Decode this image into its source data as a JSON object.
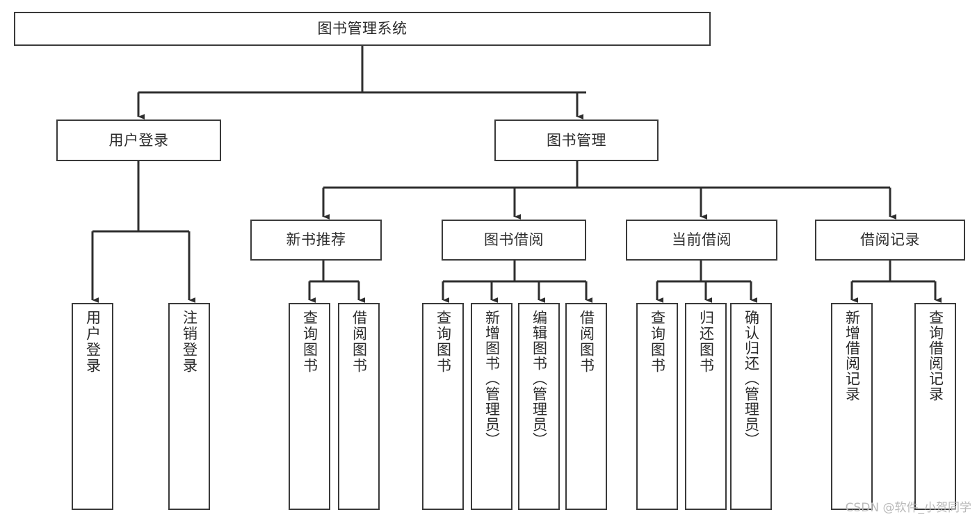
{
  "diagram": {
    "title": "图书管理系统",
    "type": "tree",
    "watermark": "CSDN @软件_小贺同学",
    "colors": {
      "border": "#3a3a3a",
      "text": "#2b2b2b",
      "background": "#ffffff",
      "watermark": "#b9b9b9"
    },
    "nodes": {
      "root": {
        "label": "图书管理系统",
        "level": 1
      },
      "level2": [
        {
          "id": "user-login",
          "label": "用户登录"
        },
        {
          "id": "book-management",
          "label": "图书管理"
        }
      ],
      "level3": [
        {
          "id": "new-book-recommend",
          "label": "新书推荐",
          "parent": "book-management"
        },
        {
          "id": "book-borrow",
          "label": "图书借阅",
          "parent": "book-management"
        },
        {
          "id": "current-borrow",
          "label": "当前借阅",
          "parent": "book-management"
        },
        {
          "id": "borrow-record",
          "label": "借阅记录",
          "parent": "book-management"
        }
      ],
      "leaves": [
        {
          "id": "leaf-user-login",
          "label": "用户登录",
          "parent": "user-login"
        },
        {
          "id": "leaf-logout",
          "label": "注销登录",
          "parent": "user-login"
        },
        {
          "id": "leaf-query-book-1",
          "label": "查询图书",
          "parent": "new-book-recommend"
        },
        {
          "id": "leaf-borrow-book-1",
          "label": "借阅图书",
          "parent": "new-book-recommend"
        },
        {
          "id": "leaf-query-book-2",
          "label": "查询图书",
          "parent": "book-borrow"
        },
        {
          "id": "leaf-add-book",
          "label": "新增图书（管理员）",
          "parent": "book-borrow"
        },
        {
          "id": "leaf-edit-book",
          "label": "编辑图书（管理员）",
          "parent": "book-borrow"
        },
        {
          "id": "leaf-borrow-book-2",
          "label": "借阅图书",
          "parent": "book-borrow"
        },
        {
          "id": "leaf-query-book-3",
          "label": "查询图书",
          "parent": "current-borrow"
        },
        {
          "id": "leaf-return-book",
          "label": "归还图书",
          "parent": "current-borrow"
        },
        {
          "id": "leaf-confirm-return",
          "label": "确认归还（管理员）",
          "parent": "current-borrow"
        },
        {
          "id": "leaf-add-record",
          "label": "新增借阅记录",
          "parent": "borrow-record"
        },
        {
          "id": "leaf-query-record",
          "label": "查询借阅记录",
          "parent": "borrow-record"
        }
      ]
    }
  }
}
